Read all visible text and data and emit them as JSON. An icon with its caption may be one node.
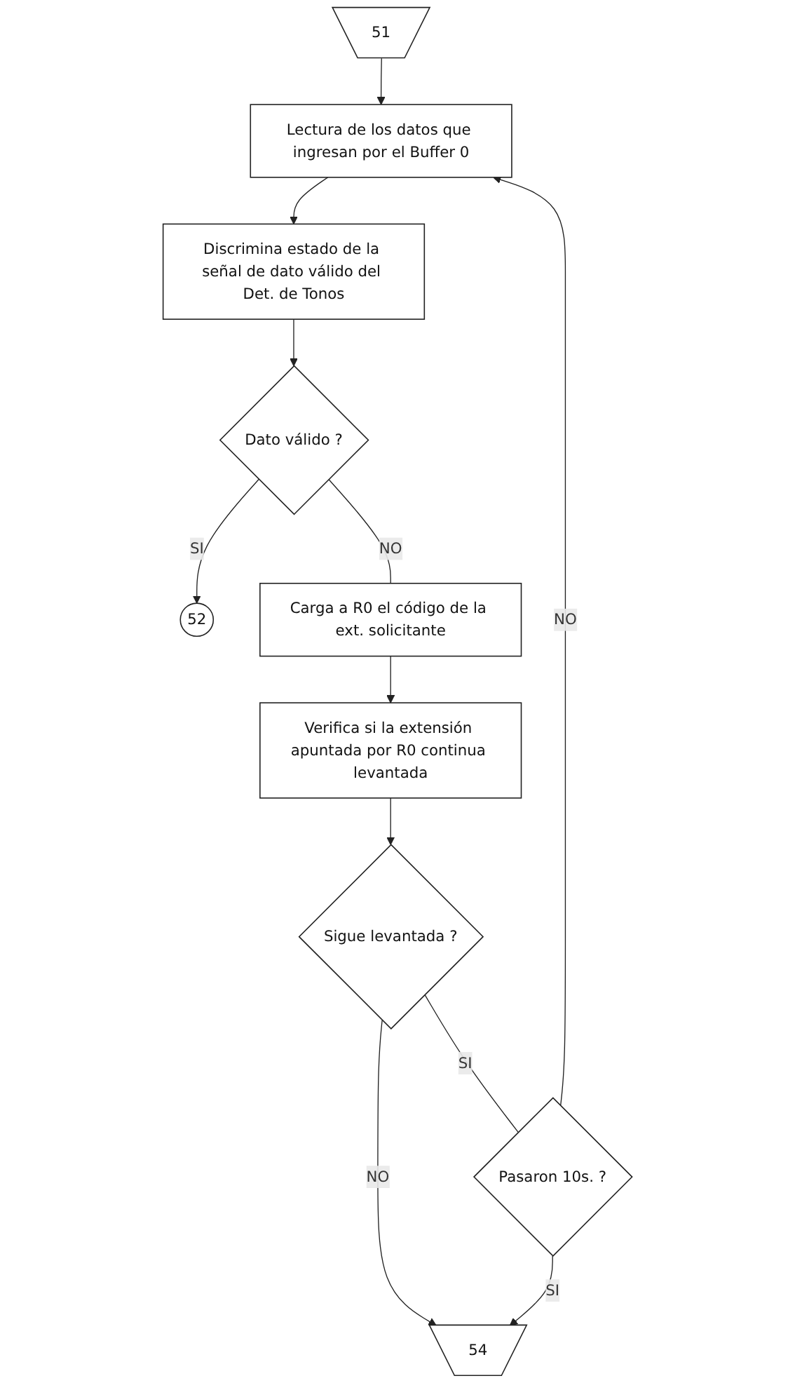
{
  "diagram": {
    "nodes": [
      {
        "text": [
          "51"
        ]
      },
      {
        "text": [
          "Lectura de los datos que ingresan por el Buffer 0"
        ]
      },
      {
        "text": [
          "Discrimina estado de la señal de dato válido del Det. de Tonos"
        ]
      },
      {
        "text": [
          "Dato válido ?"
        ]
      },
      {
        "text": [
          "52"
        ]
      },
      {
        "text": [
          "Carga a R0 el código de la ext. solicitante"
        ]
      },
      {
        "text": [
          "Verifica si la extensión apuntada por R0 continua levantada"
        ]
      },
      {
        "text": [
          "Sigue levantada ?"
        ]
      },
      {
        "text": [
          "Pasaron 10s. ?"
        ]
      },
      {
        "text": [
          "54"
        ]
      }
    ],
    "edges": [
      {
        "from": 0,
        "to": 1,
        "arrow": "to"
      },
      {
        "from": 1,
        "to": 2,
        "arrow": "to"
      },
      {
        "from": 2,
        "to": 3,
        "arrow": "to"
      },
      {
        "from": 3,
        "to": 4,
        "arrow": "to",
        "label": "SI"
      },
      {
        "from": 3,
        "to": 5,
        "arrow": "none",
        "label": "NO"
      },
      {
        "from": 5,
        "to": 6,
        "arrow": "to"
      },
      {
        "from": 6,
        "to": 7,
        "arrow": "to"
      },
      {
        "from": 7,
        "to": 9,
        "arrow": "to",
        "label": "NO"
      },
      {
        "from": 7,
        "to": 8,
        "arrow": "none",
        "label": "SI"
      },
      {
        "from": 8,
        "to": 1,
        "arrow": "to",
        "label": "NO"
      },
      {
        "from": 8,
        "to": 9,
        "arrow": "to",
        "label": "SI"
      }
    ]
  }
}
